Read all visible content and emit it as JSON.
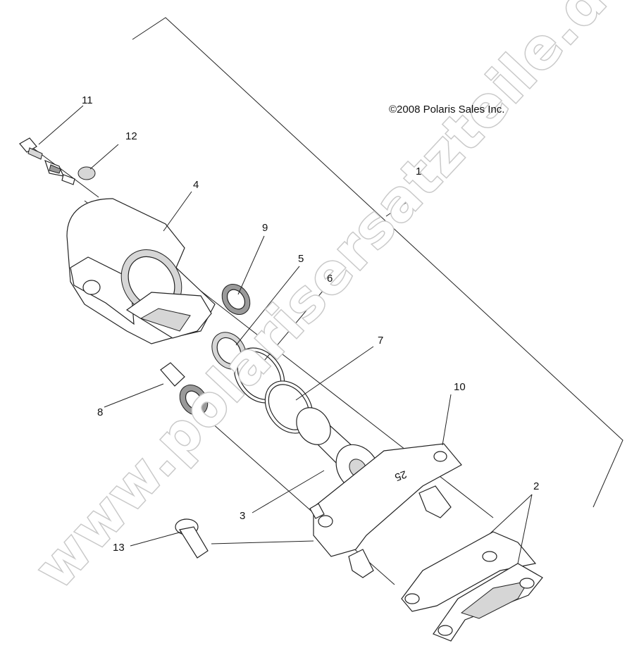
{
  "copyright": "©2008 Polaris Sales Inc.",
  "watermark": "www.polarisersatzteile.de",
  "callouts": {
    "c1": "1",
    "c2": "2",
    "c3": "3",
    "c4": "4",
    "c5": "5",
    "c6": "6",
    "c7": "7",
    "c8": "8",
    "c9": "9",
    "c10": "10",
    "c11": "11",
    "c12": "12",
    "c13": "13"
  },
  "bracket_mark": "25"
}
